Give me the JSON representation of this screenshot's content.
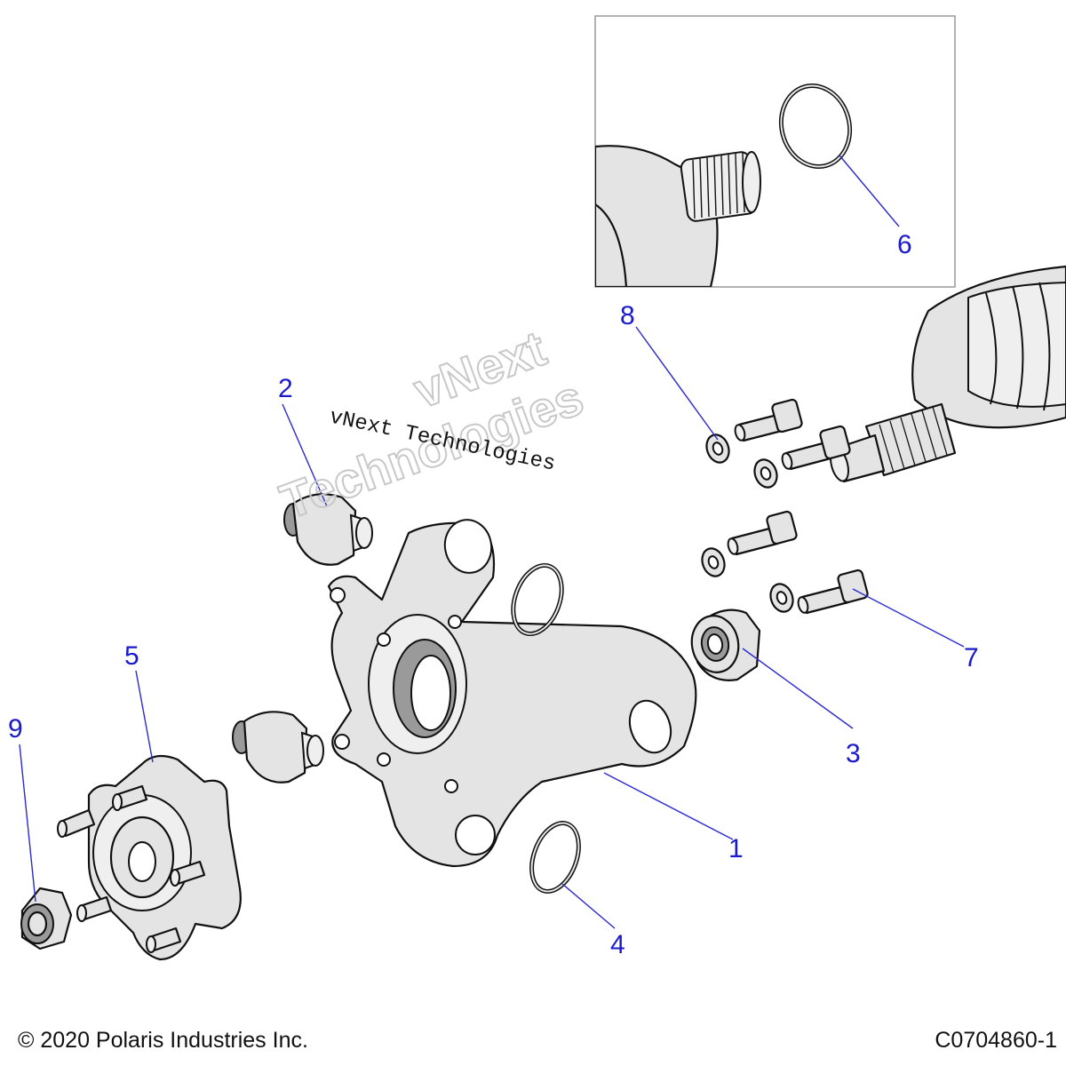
{
  "callouts": [
    {
      "id": "1",
      "label": "1"
    },
    {
      "id": "2",
      "label": "2"
    },
    {
      "id": "3",
      "label": "3"
    },
    {
      "id": "4",
      "label": "4"
    },
    {
      "id": "5",
      "label": "5"
    },
    {
      "id": "6",
      "label": "6"
    },
    {
      "id": "7",
      "label": "7"
    },
    {
      "id": "8",
      "label": "8"
    },
    {
      "id": "9",
      "label": "9"
    }
  ],
  "watermark": {
    "line1": "vNext",
    "line2": "Technologies",
    "caption": "vNext Technologies"
  },
  "footer": {
    "copyright": "© 2020 Polaris Industries Inc.",
    "figure_id": "C0704860-1"
  },
  "colors": {
    "callout": "#1a1acc",
    "line": "#111111",
    "part_fill": "#e4e4e4"
  }
}
